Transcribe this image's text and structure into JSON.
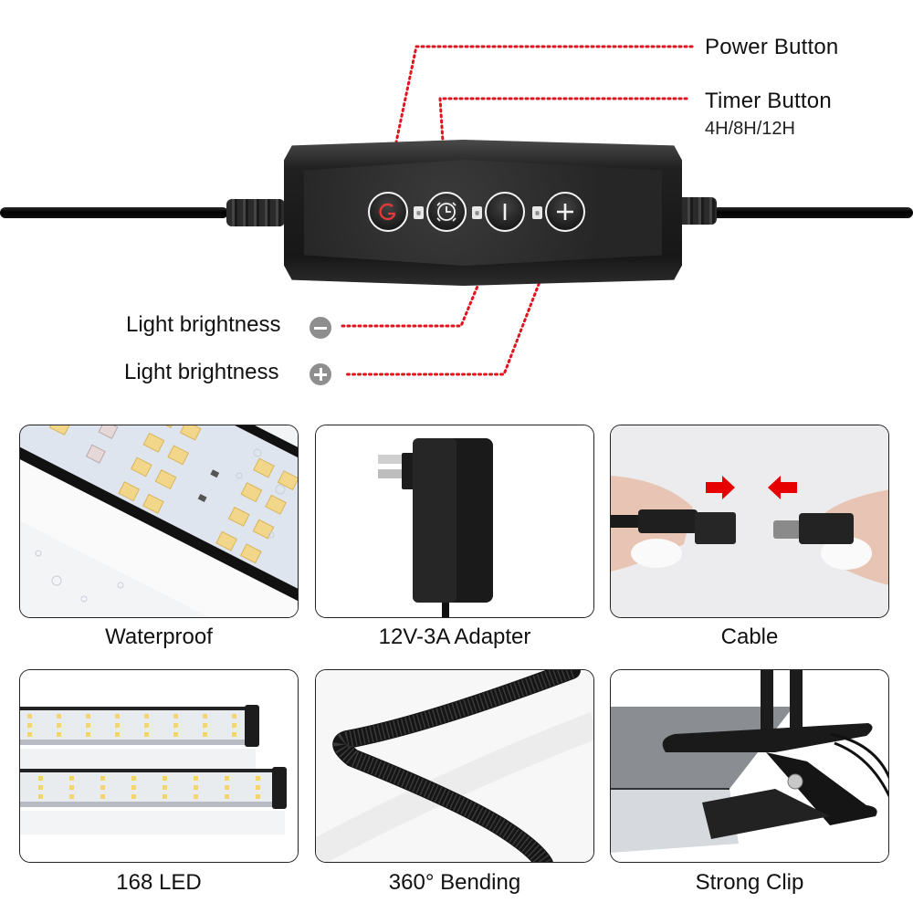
{
  "controller": {
    "callouts": {
      "power": {
        "label": "Power Button"
      },
      "timer": {
        "label": "Timer Button",
        "sub": "4H/8H/12H"
      },
      "brightness_down": {
        "label": "Light brightness",
        "icon": "minus-circle-icon"
      },
      "brightness_up": {
        "label": "Light brightness",
        "icon": "plus-circle-icon"
      }
    },
    "buttons": [
      {
        "name": "power",
        "icon": "power-icon"
      },
      {
        "name": "timer",
        "icon": "timer-clock-icon"
      },
      {
        "name": "brightness-down",
        "icon": "minus-bar-icon"
      },
      {
        "name": "brightness-up",
        "icon": "plus-icon"
      }
    ],
    "timer_tags": [
      "4H",
      "8H",
      "12H"
    ],
    "colors": {
      "dotted_line": "#e0141e",
      "power_glyph": "#e03a3a",
      "badge_gray": "#8e8e8e"
    }
  },
  "features": [
    {
      "caption": "Waterproof",
      "image": "led-strip-water-droplets"
    },
    {
      "caption": "12V-3A Adapter",
      "image": "power-adapter"
    },
    {
      "caption": "Cable",
      "image": "dc-connector-cable"
    },
    {
      "caption": "168 LED",
      "image": "led-light-bars"
    },
    {
      "caption": "360° Bending",
      "image": "gooseneck-arm"
    },
    {
      "caption": "Strong Clip",
      "image": "clamp-clip"
    }
  ]
}
